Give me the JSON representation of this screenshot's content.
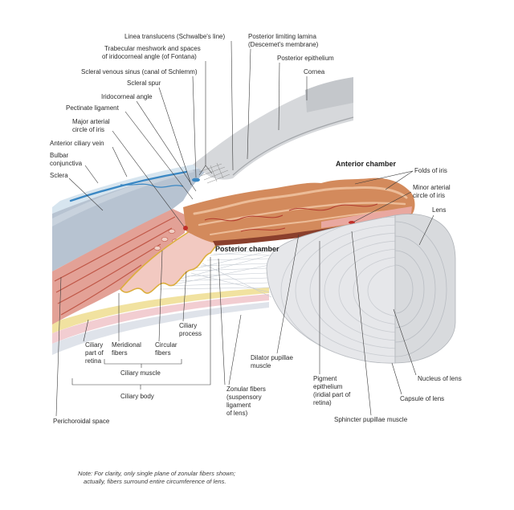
{
  "labels": {
    "linea_translucens": "Linea translucens (Schwalbe's line)",
    "posterior_limiting_lamina": [
      "Posterior limiting lamina",
      "(Descemet's membrane)"
    ],
    "trabecular_meshwork": [
      "Trabecular meshwork and spaces",
      "of iridocorneal angle (of Fontana)"
    ],
    "posterior_epithelium": "Posterior epithelium",
    "scleral_venous_sinus": "Scleral venous sinus (canal of Schlemm)",
    "cornea": "Cornea",
    "scleral_spur": "Scleral spur",
    "iridocorneal_angle": "Iridocorneal angle",
    "pectinate_ligament": "Pectinate ligament",
    "major_arterial_circle": [
      "Major arterial",
      "circle of iris"
    ],
    "anterior_ciliary_vein": "Anterior ciliary vein",
    "bulbar_conjunctiva": [
      "Bulbar",
      "conjunctiva"
    ],
    "sclera": "Sclera",
    "anterior_chamber": "Anterior chamber",
    "folds_of_iris": "Folds of iris",
    "minor_arterial_circle": [
      "Minor arterial",
      "circle of iris"
    ],
    "lens": "Lens",
    "posterior_chamber": "Posterior chamber",
    "ciliary_process": [
      "Ciliary",
      "process"
    ],
    "ciliary_part_of_retina": [
      "Ciliary",
      "part of",
      "retina"
    ],
    "meridional_fibers": [
      "Meridional",
      "fibers"
    ],
    "circular_fibers": [
      "Circular",
      "fibers"
    ],
    "ciliary_muscle": "Ciliary muscle",
    "ciliary_body": "Ciliary body",
    "dilator_pupillae": [
      "Dilator pupillae",
      "muscle"
    ],
    "nucleus_of_lens": "Nucleus of lens",
    "zonular_fibers": [
      "Zonular fibers",
      "(suspensory",
      "ligament",
      "of lens)"
    ],
    "pigment_epithelium": [
      "Pigment",
      "epithelium",
      "(iridial part of",
      "retina)"
    ],
    "capsule_of_lens": "Capsule of lens",
    "perichoroidal_space": "Perichoroidal space",
    "sphincter_pupillae": "Sphincter pupillae muscle"
  },
  "note": [
    "Note: For clarity, only single plane of zonular fibers shown;",
    "actually, fibers surround entire circumference of lens."
  ],
  "colors": {
    "sclera": "#b7c3d1",
    "conjunctiva": "#d7e5ef",
    "cornea": "#d6d8db",
    "iris": "#d38a5c",
    "iris_pigment": "#8a3f2c",
    "ciliary_muscle": "#e3a196",
    "ciliary_process": "#f2c9c1",
    "lens": "#e6e7ea",
    "vein": "#3b88c4",
    "artery": "#c0302a",
    "retina": "#f1e2a0"
  }
}
